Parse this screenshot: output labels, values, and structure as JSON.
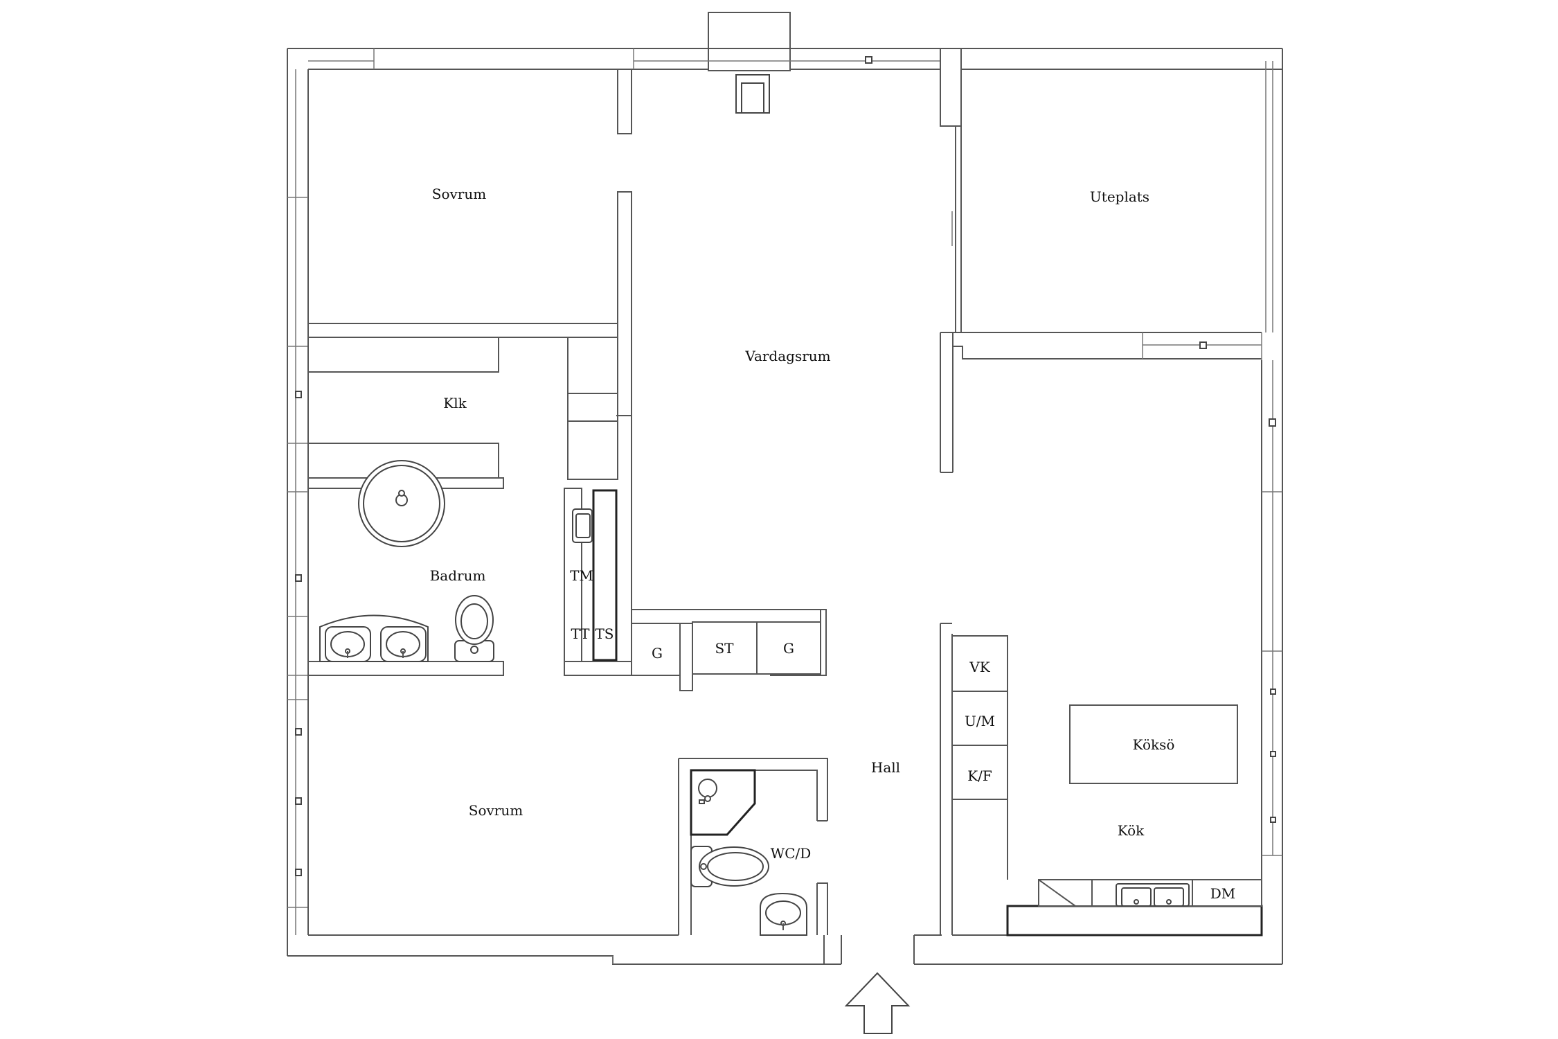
{
  "rooms": {
    "sovrum_top": "Sovrum",
    "uteplats": "Uteplats",
    "vardagsrum": "Vardagsrum",
    "klk": "Klk",
    "badrum": "Badrum",
    "sovrum_bottom": "Sovrum",
    "hall": "Hall",
    "wc": "WC/D",
    "kok": "Kök",
    "koksoe": "Köksö"
  },
  "appliances": {
    "tm": "TM",
    "tt": "TT",
    "ts": "TS",
    "g1": "G",
    "st": "ST",
    "g2": "G",
    "vk": "VK",
    "um": "U/M",
    "kf": "K/F",
    "dm": "DM"
  },
  "colors": {
    "wall": "#555555",
    "text": "#111111",
    "background": "#ffffff"
  }
}
